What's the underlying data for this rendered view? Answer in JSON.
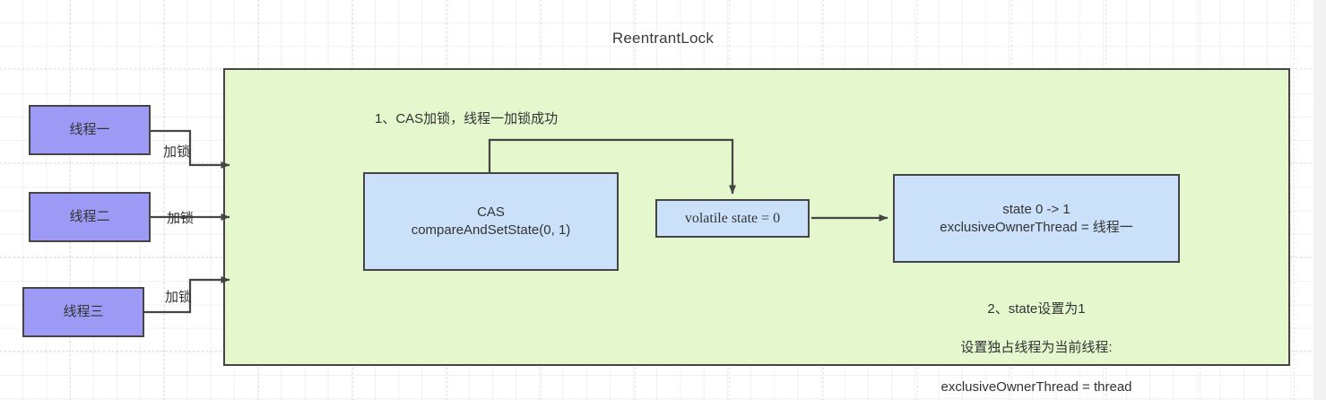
{
  "diagram": {
    "title": "ReentrantLock",
    "container_label": "ReentrantLock",
    "colors": {
      "thread_fill": "#9d9af6",
      "process_fill": "#cbe1fa",
      "container_fill": "#e4f7cd",
      "stroke": "#454545",
      "text": "#333333",
      "canvas_bg": "#ffffff",
      "gutter_bg": "#f2f2f2"
    }
  },
  "threads": [
    {
      "label": "线程一",
      "edge_label": "加锁"
    },
    {
      "label": "线程二",
      "edge_label": "加锁"
    },
    {
      "label": "线程三",
      "edge_label": "加锁"
    }
  ],
  "nodes": {
    "cas": {
      "line1": "CAS",
      "line2": "compareAndSetState(0, 1)"
    },
    "state_var": {
      "text": "volatile state = 0"
    },
    "owner": {
      "line1": "state 0 -> 1",
      "line2": "exclusiveOwnerThread = 线程一"
    }
  },
  "annotations": {
    "step1": "1、CAS加锁，线程一加锁成功",
    "step2_line1": "2、state设置为1",
    "step2_line2": "设置独占线程为当前线程:",
    "step2_line3": "exclusiveOwnerThread = thread"
  }
}
